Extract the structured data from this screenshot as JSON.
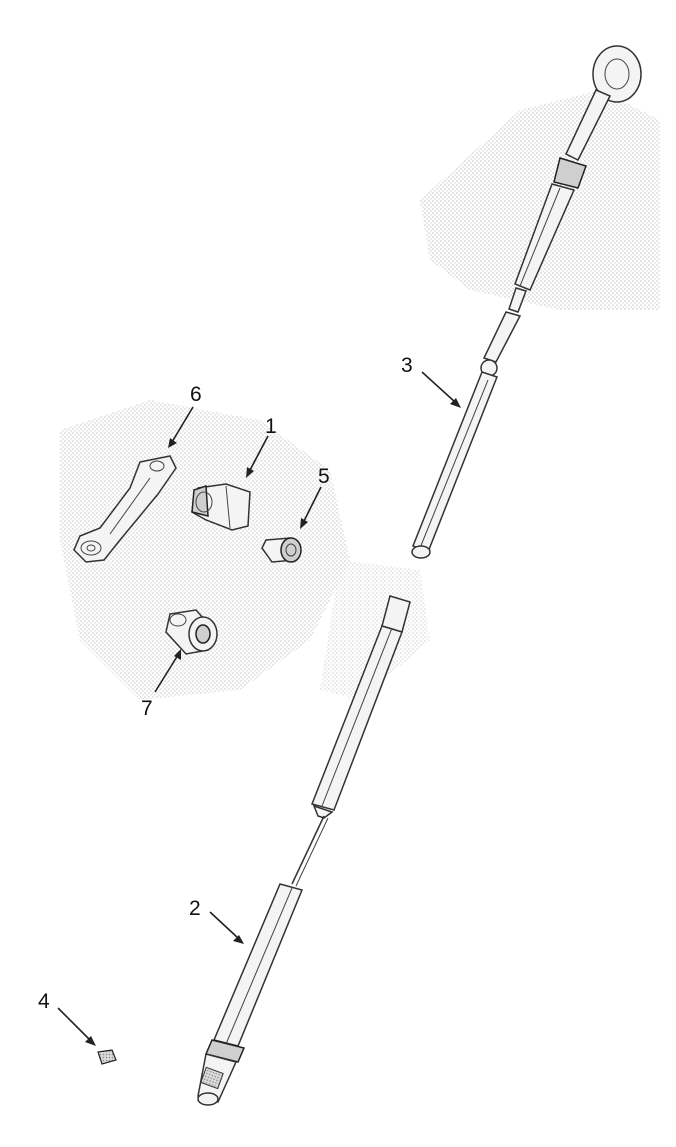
{
  "diagram": {
    "callouts": [
      {
        "id": "callout-1",
        "label": "1"
      },
      {
        "id": "callout-2",
        "label": "2"
      },
      {
        "id": "callout-3",
        "label": "3"
      },
      {
        "id": "callout-4",
        "label": "4"
      },
      {
        "id": "callout-5",
        "label": "5"
      },
      {
        "id": "callout-6",
        "label": "6"
      },
      {
        "id": "callout-7",
        "label": "7"
      }
    ]
  }
}
